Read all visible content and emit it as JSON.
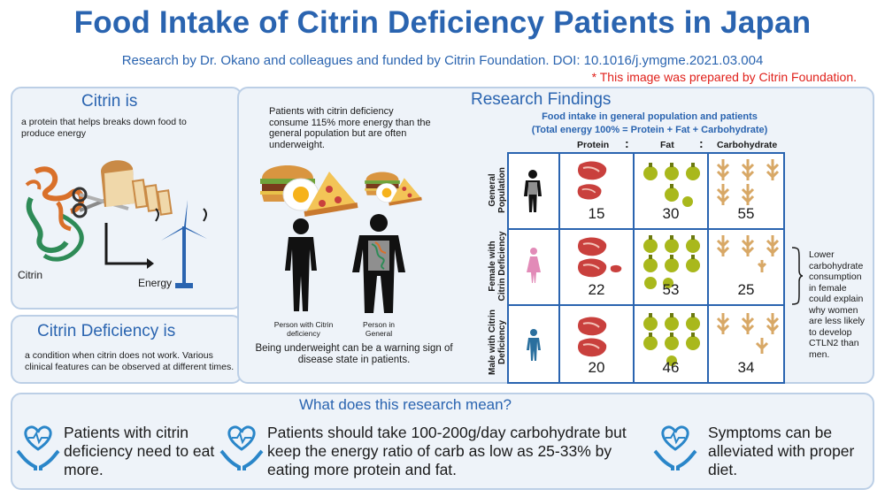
{
  "header": {
    "title": "Food Intake of Citrin Deficiency Patients in Japan",
    "subtitle": "Research by Dr. Okano and colleagues and funded by Citrin Foundation. DOI: 10.1016/j.ymgme.2021.03.004",
    "disclaimer": "* This image was prepared by Citrin Foundation."
  },
  "citrin_panel": {
    "title": "Citrin is",
    "description": "a protein that helps  breaks down food to produce energy",
    "label_citrin": "Citrin",
    "label_energy": "Energy"
  },
  "deficiency_panel": {
    "title": "Citrin Deficiency is",
    "description": "a condition when citrin does not work. Various clinical features can be observed at different times."
  },
  "findings": {
    "title": "Research Findings",
    "energy_note": "Patients with citrin deficiency consume 115% more energy than the general population but are often underweight.",
    "person_patient": "Person with Citrin deficiency",
    "person_general": "Person in General",
    "warning": "Being underweight can be a warning sign of disease state in patients.",
    "table_title_line1": "Food intake in general population and patients",
    "table_title_line2": "(Total energy 100% = Protein + Fat + Carbohydrate)",
    "columns": [
      "Protein",
      "Fat",
      "Carbohydrate"
    ],
    "separator": ":",
    "rows": [
      {
        "label": "General Population",
        "values": [
          "15",
          "30",
          "55"
        ]
      },
      {
        "label": "Female with Citrin Deficiency",
        "values": [
          "22",
          "53",
          "25"
        ]
      },
      {
        "label": "Male with Citrin Deficiency",
        "values": [
          "20",
          "46",
          "34"
        ]
      }
    ],
    "side_note": "Lower carbohydrate consumption in female could explain why women are less likely to develop CTLN2 than men."
  },
  "meaning": {
    "title": "What does this research mean?",
    "items": [
      "Patients with citrin deficiency need to eat more.",
      "Patients should take 100-200g/day carbohydrate but keep the energy ratio of carb as low as 25-33% by eating more protein and fat.",
      "Symptoms can be alleviated with proper diet."
    ]
  },
  "colors": {
    "title_blue": "#2a64b0",
    "panel_bg": "#eef3f9",
    "panel_border": "#bccfe6",
    "red": "#e0211b",
    "meat": "#c9403d",
    "oil": "#a9b81c",
    "wheat": "#d8a866"
  },
  "icons": [
    "bread-icon",
    "scissors-icon",
    "protein-structure-icon",
    "wind-turbine-icon",
    "burger-icon",
    "egg-icon",
    "pizza-icon",
    "person-icon",
    "female-icon",
    "male-icon",
    "steak-icon",
    "oil-bottle-icon",
    "wheat-icon",
    "heart-hands-icon"
  ]
}
